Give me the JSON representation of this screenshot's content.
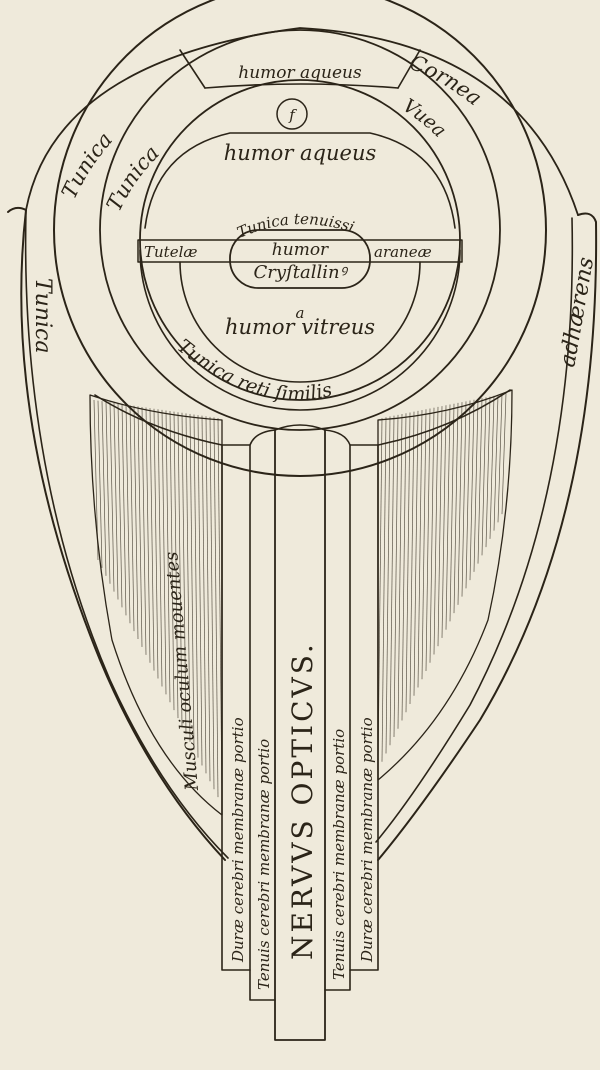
{
  "labels": {
    "tunica_left_outer": "Tunica",
    "tunica_upper_outer": "Tunica",
    "tunica_upper_inner": "Tunica",
    "cornea": "Cornea",
    "uvea": "Vuea",
    "adhaerens": "adhærens",
    "humor_aqueus_top": "humor aqueus",
    "letter_f": "f",
    "humor_aqueus_inner": "humor aqueus",
    "tunica_tenuissima": "Tunica tenuissi",
    "humor": "humor",
    "crystallinus": "Cryſtallinꝰ",
    "tutelae": "Tutelæ",
    "araneae": "araneæ",
    "letter_a": "a",
    "humor_vitreus": "humor vitreus",
    "tunica_retina": "Tunica reti ſimilis",
    "musculi": "Musculi oculum mouentes",
    "nervus_opticus": "NERVVS OPTICVS.",
    "durae_left": "Duræ cerebri membranæ portio",
    "tenuis_left": "Tenuis cerebri membranæ portio",
    "tenuis_right": "Tenuis cerebri membranæ portio",
    "durae_right": "Duræ cerebri membranæ portio"
  },
  "colors": {
    "paper": "#efeadb",
    "ink": "#2b2418"
  }
}
